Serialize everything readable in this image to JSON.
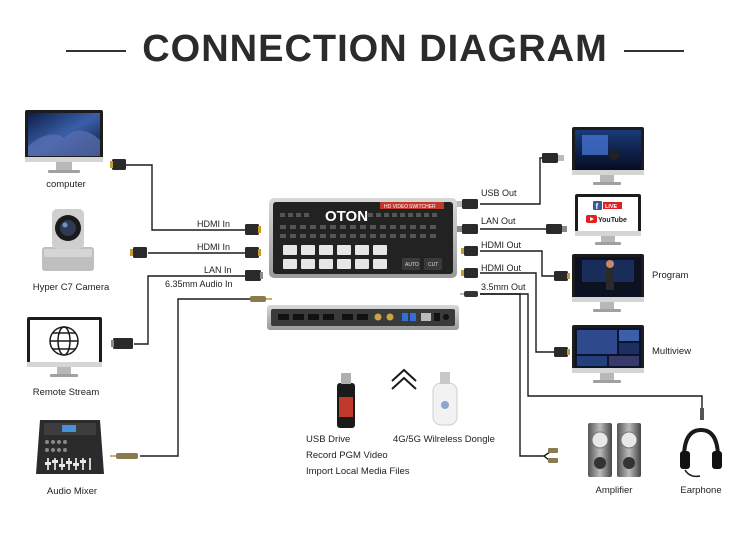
{
  "title": "CONNECTION DIAGRAM",
  "devices": {
    "computer": "computer",
    "camera": "Hyper C7 Camera",
    "remote_stream": "Remote Stream",
    "audio_mixer": "Audio Mixer",
    "program": "Program",
    "multiview": "Multiview",
    "amplifier": "Amplifier",
    "earphone": "Earphone"
  },
  "ports_in": [
    "HDMI  In",
    "HDMI  In",
    "LAN  In",
    "6.35mm Audio In"
  ],
  "ports_out": [
    "USB Out",
    "LAN Out",
    "HDMI Out",
    "HDMI Out",
    "3.5mm Out"
  ],
  "switcher": {
    "brand": "OTON",
    "model_tag": "HD VIDEO",
    "model_name": "SWITCHER",
    "btn_auto": "AUTO",
    "btn_cut": "CUT"
  },
  "usb_drive": {
    "title": "USB Drive",
    "line1": "Record PGM Video",
    "line2": "Import Local Media Files"
  },
  "dongle": "4G/5G Wilreless Dongle",
  "screens": {
    "facebook_live": "LIVE",
    "youtube": "YouTube"
  }
}
